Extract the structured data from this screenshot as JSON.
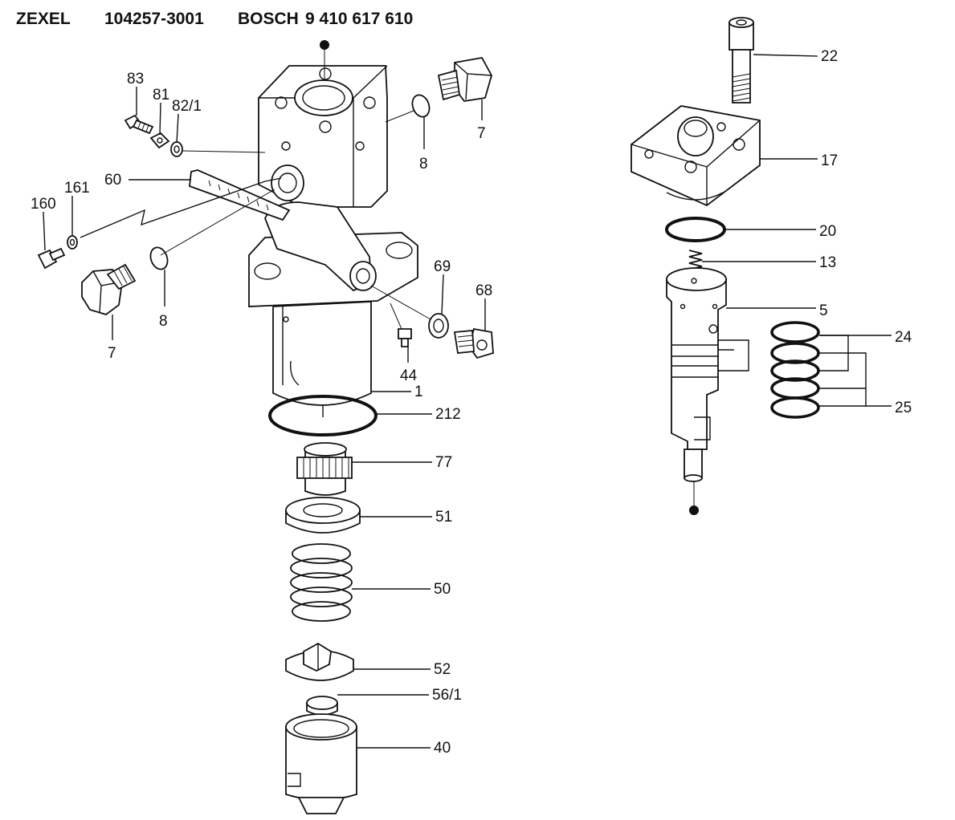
{
  "header": {
    "brand1": "ZEXEL",
    "part_no": "104257-3001",
    "brand2": "BOSCH",
    "bosch_no": "9 410 617 610"
  },
  "labels": {
    "l83": "83",
    "l81": "81",
    "l82_1": "82/1",
    "l60": "60",
    "l161": "161",
    "l160": "160",
    "l7a": "7",
    "l8a": "8",
    "l7b": "7",
    "l8b": "8",
    "l69": "69",
    "l68": "68",
    "l44": "44",
    "l1": "1",
    "l212": "212",
    "l77": "77",
    "l51": "51",
    "l50": "50",
    "l52": "52",
    "l56_1": "56/1",
    "l40": "40",
    "l22": "22",
    "l17": "17",
    "l20": "20",
    "l13": "13",
    "l5": "5",
    "l24": "24",
    "l25": "25"
  }
}
